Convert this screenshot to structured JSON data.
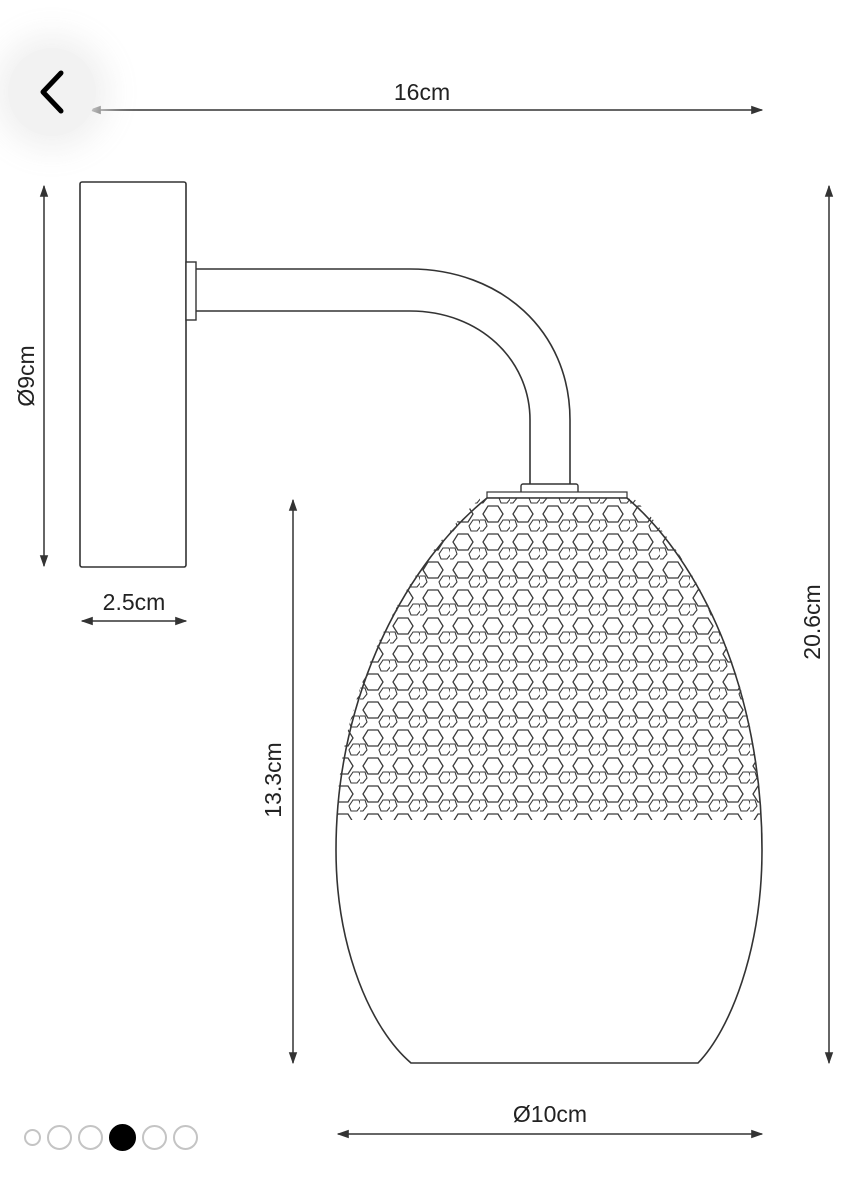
{
  "diagram": {
    "width_label": "16cm",
    "backplate_diameter_label": "Ø9cm",
    "backplate_depth_label": "2.5cm",
    "shade_height_label": "13.3cm",
    "total_height_label": "20.6cm",
    "shade_diameter_label": "Ø10cm"
  },
  "navigation": {
    "back_icon": "chevron-left-icon"
  },
  "carousel": {
    "total_dots": 6,
    "active_index": 3
  }
}
